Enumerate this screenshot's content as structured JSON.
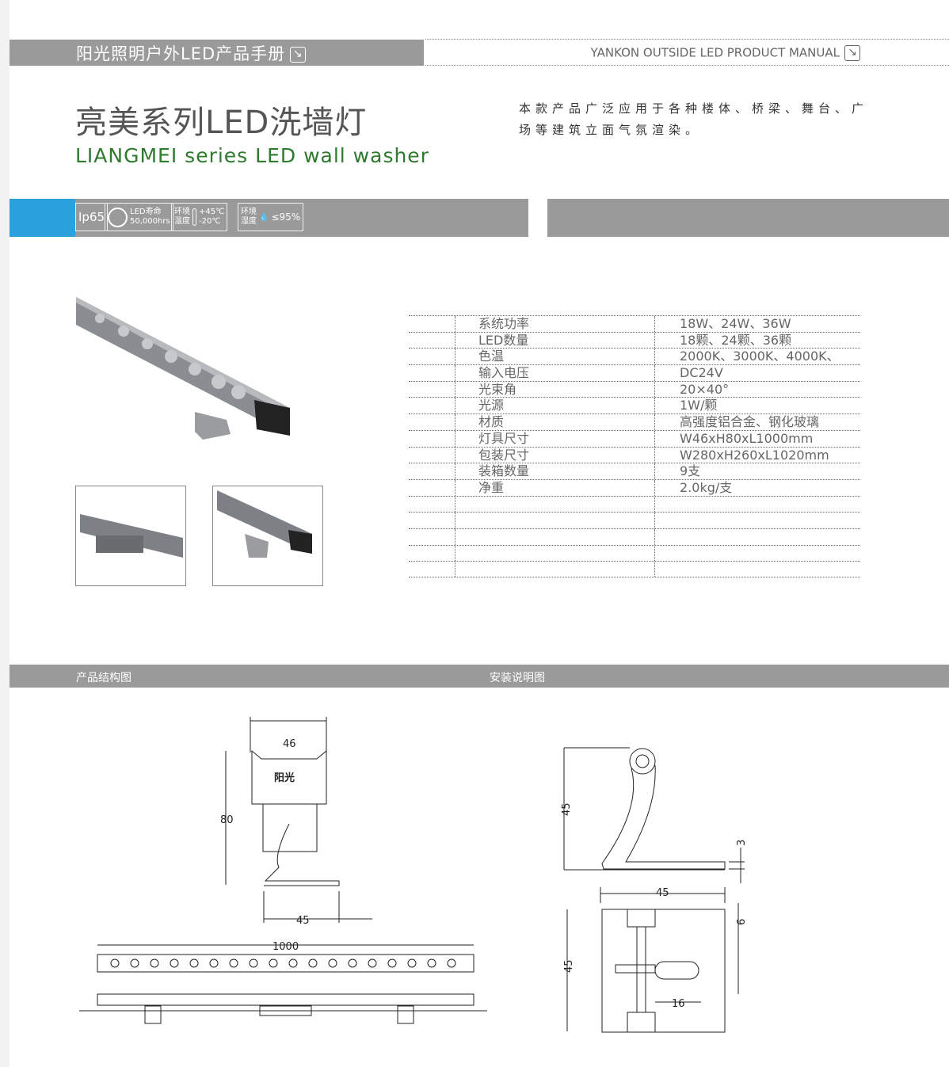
{
  "header": {
    "left_title": "阳光照明户外LED产品手册",
    "right_title": "YANKON OUTSIDE  LED PRODUCT MANUAL",
    "arrow_icon": "arrow-down-right-icon"
  },
  "product": {
    "title_cn": "亮美系列LED洗墙灯",
    "title_en": "LIANGMEI series LED  wall washer",
    "description": "本款产品广泛应用于各种楼体、桥梁、舞台、广场等建筑立面气氛渲染。"
  },
  "badges": {
    "ip": "Ip65",
    "life_label": "LED寿命",
    "life_value": "50,000hrs",
    "temp_label1": "环境",
    "temp_label2": "温度",
    "temp_high": "+45℃",
    "temp_low": "-20℃",
    "hum_label1": "环境",
    "hum_label2": "湿度",
    "hum_value": "≤95%"
  },
  "specs": [
    {
      "k": "系统功率",
      "v": "18W、24W、36W"
    },
    {
      "k": "LED数量",
      "v": "18颗、24颗、36颗"
    },
    {
      "k": "色温",
      "v": "2000K、3000K、4000K、"
    },
    {
      "k": "输入电压",
      "v": "DC24V"
    },
    {
      "k": "光束角",
      "v": "20×40°"
    },
    {
      "k": "光源",
      "v": "1W/颗"
    },
    {
      "k": "材质",
      "v": "高强度铝合金、钢化玻璃"
    },
    {
      "k": "灯具尺寸",
      "v": "W46xH80xL1000mm"
    },
    {
      "k": "包装尺寸",
      "v": "W280xH260xL1020mm"
    },
    {
      "k": "装箱数量",
      "v": "9支"
    },
    {
      "k": "净重",
      "v": "2.0kg/支"
    },
    {
      "k": "",
      "v": ""
    },
    {
      "k": "",
      "v": ""
    },
    {
      "k": "",
      "v": ""
    },
    {
      "k": "",
      "v": ""
    },
    {
      "k": "",
      "v": ""
    }
  ],
  "sections": {
    "structure": "产品结构图",
    "install": "安装说明图"
  },
  "dims": {
    "width": "46",
    "height": "80",
    "base": "45",
    "length": "1000",
    "brand": "阳光",
    "b_height": "45",
    "b_thick": "3",
    "b_width": "45",
    "p_height": "45",
    "p_gap": "6",
    "p_slot": "16"
  }
}
